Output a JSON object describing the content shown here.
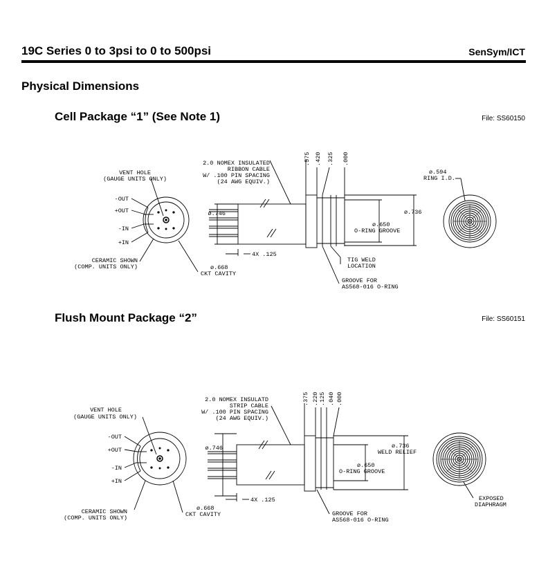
{
  "header": {
    "title": "19C Series 0 to 3psi to 0 to 500psi",
    "brand": "SenSym/ICT"
  },
  "section_title": "Physical Dimensions",
  "pkg1": {
    "title": "Cell Package “1” (See Note 1)",
    "file": "File: SS60150",
    "vent_1": "VENT HOLE",
    "vent_2": "(GAUGE UNITS ONLY)",
    "out_minus": "-OUT",
    "out_plus": "+OUT",
    "in_minus": "-IN",
    "in_plus": "+IN",
    "ceramic_1": "CERAMIC SHOWN",
    "ceramic_2": "(COMP. UNITS ONLY)",
    "cavity_1": "ø.668",
    "cavity_2": "CKT CAVITY",
    "cable_1": "2.0 NOMEX INSULATED",
    "cable_2": "RIBBON CABLE",
    "cable_3": "W/ .100 PIN SPACING",
    "cable_4": "(24 AWG EQUIV.)",
    "dia_body": "ø.746",
    "pins": "4X .125",
    "dim_575": ".575",
    "dim_420": ".420",
    "dim_325": ".325",
    "dim_000": ".000",
    "oring_1": "ø.650",
    "oring_2": "O-RING GROOVE",
    "dia_736": "ø.736",
    "tig_1": "TIG WELD",
    "tig_2": "LOCATION",
    "groove_1": "GROOVE FOR",
    "groove_2": "AS568-016 O-RING",
    "ring_1": "ø.594",
    "ring_2": "RING I.D."
  },
  "pkg2": {
    "title": "Flush Mount Package “2”",
    "file": "File: SS60151",
    "vent_1": "VENT HOLE",
    "vent_2": "(GAUGE UNITS ONLY)",
    "out_minus": "-OUT",
    "out_plus": "+OUT",
    "in_minus": "-IN",
    "in_plus": "+IN",
    "ceramic_1": "CERAMIC SHOWN",
    "ceramic_2": "(COMP. UNITS ONLY)",
    "cavity_1": "ø.668",
    "cavity_2": "CKT CAVITY",
    "cable_1": "2.0 NOMEX INSULATD",
    "cable_2": "STRIP CABLE",
    "cable_3": "W/ .100 PIN SPACING",
    "cable_4": "(24 AWG EQUIV.)",
    "dia_body": "ø.746",
    "pins": "4X .125",
    "dim_375": ".375",
    "dim_220": ".220",
    "dim_125": ".125",
    "dim_040": ".040",
    "dim_000": ".000",
    "oring_1": "ø.650",
    "oring_2": "O-RING GROOVE",
    "weld_1": "ø.736",
    "weld_2": "WELD RELIEF",
    "groove_1": "GROOVE FOR",
    "groove_2": "AS568-016 O-RING",
    "diaph_1": "EXPOSED",
    "diaph_2": "DIAPHRAGM"
  }
}
